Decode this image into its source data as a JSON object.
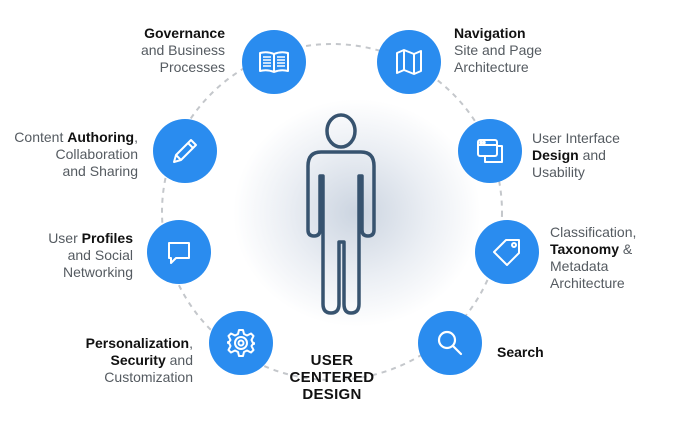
{
  "center": {
    "line1": "USER",
    "line2": "CENTERED",
    "line3": "DESIGN"
  },
  "accent_color": "#2a8cef",
  "nodes": [
    {
      "icon": "book-icon",
      "lines": [
        [
          "Governance",
          ""
        ],
        [
          "and Business",
          ""
        ],
        [
          "Processes",
          ""
        ]
      ]
    },
    {
      "icon": "map-icon",
      "lines": [
        [
          "Navigation",
          ""
        ],
        [
          "Site and Page",
          ""
        ],
        [
          "Architecture",
          ""
        ]
      ]
    },
    {
      "icon": "pencil-icon",
      "lines": [
        [
          "Content ",
          "Authoring",
          ","
        ],
        [
          "Collaboration"
        ],
        [
          "and Sharing"
        ]
      ]
    },
    {
      "icon": "windows-icon",
      "lines": [
        [
          "User Interface"
        ],
        [
          "Design",
          " and"
        ],
        [
          "Usability"
        ]
      ]
    },
    {
      "icon": "chat-bubble-icon",
      "lines": [
        [
          "User ",
          "Profiles"
        ],
        [
          "and Social"
        ],
        [
          "Networking"
        ]
      ]
    },
    {
      "icon": "tag-icon",
      "lines": [
        [
          "Classification,"
        ],
        [
          "Taxonomy",
          " &"
        ],
        [
          "Metadata"
        ],
        [
          "Architecture"
        ]
      ]
    },
    {
      "icon": "gear-icon",
      "lines": [
        [
          "Personalization",
          ","
        ],
        [
          "Security",
          " and"
        ],
        [
          "Customization"
        ]
      ]
    },
    {
      "icon": "search-icon",
      "lines": [
        [
          "Search"
        ]
      ]
    }
  ],
  "labels": {
    "governance": {
      "bold": "Governance",
      "l2": "and Business",
      "l3": "Processes"
    },
    "navigation": {
      "bold": "Navigation",
      "l2": "Site and Page",
      "l3": "Architecture"
    },
    "authoring": {
      "pre": "Content ",
      "bold": "Authoring",
      "post": ",",
      "l2": "Collaboration",
      "l3": "and Sharing"
    },
    "ui_design": {
      "l1": "User Interface",
      "bold": "Design",
      "post": " and",
      "l3": "Usability"
    },
    "profiles": {
      "pre": "User ",
      "bold": "Profiles",
      "l2": "and Social",
      "l3": "Networking"
    },
    "taxonomy": {
      "l1": "Classification,",
      "bold": "Taxonomy",
      "post": " &",
      "l3": "Metadata",
      "l4": "Architecture"
    },
    "personalization": {
      "bold1": "Personalization",
      "post1": ",",
      "bold2": "Security",
      "post2": " and",
      "l3": "Customization"
    },
    "search": {
      "bold": "Search"
    }
  }
}
